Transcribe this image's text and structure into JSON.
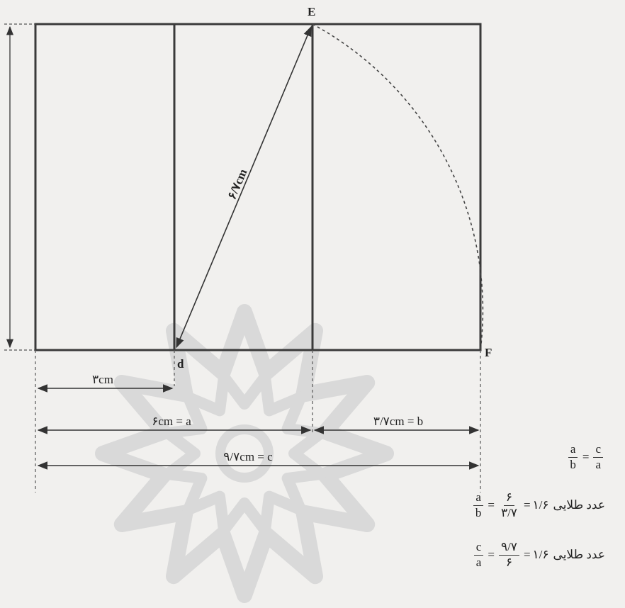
{
  "points": {
    "E": "E",
    "F": "F",
    "d": "d"
  },
  "diagonal_label": "۶/۷cm",
  "dimensions": {
    "d1": "۳cm",
    "d2": "۶cm = a",
    "d3": "۳/۷cm = b",
    "d4": "۹/۷cm = c"
  },
  "formulas": {
    "f1": {
      "n1": "a",
      "d1": "b",
      "eq": "=",
      "n2": "c",
      "d2": "a"
    },
    "f2": {
      "n1": "a",
      "d1": "b",
      "eq1": "=",
      "n2": "۶",
      "d2": "۳/۷",
      "eq2": "=",
      "value": "۱/۶",
      "label": "عدد طلایی"
    },
    "f3": {
      "n1": "c",
      "d1": "a",
      "eq1": "=",
      "n2": "۹/۷",
      "d2": "۶",
      "eq2": "=",
      "value": "۱/۶",
      "label": "عدد طلایی"
    }
  },
  "colors": {
    "line": "#3a3a3a",
    "watermark": "#d9d9d9",
    "background": "#f1f0ee"
  }
}
